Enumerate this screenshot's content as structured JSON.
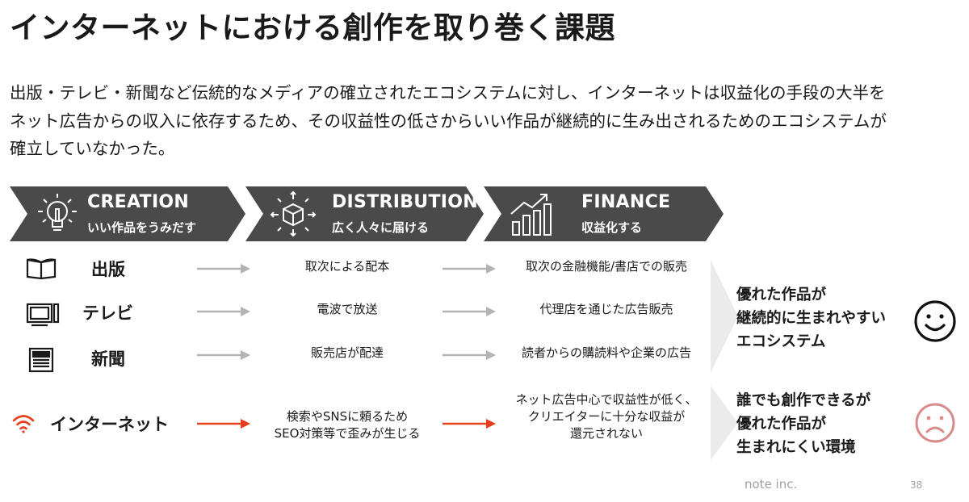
{
  "title": "インターネットにおける創作を取り巻く課題",
  "lead_lines": [
    "出版・テレビ・新聞など伝統的なメディアの確立されたエコシステムに対し、インターネットは収益化の手段の大半を",
    "ネット広告からの収入に依存するため、その収益性の低さからいい作品が継続的に生み出されるためのエコシステムが",
    "確立していなかった。"
  ],
  "stages": [
    {
      "en": "CREATION",
      "jp": "いい作品をうみだす",
      "icon": "lightbulb-icon"
    },
    {
      "en": "DISTRIBUTION",
      "jp": "広く人々に届ける",
      "icon": "box-icon"
    },
    {
      "en": "FINANCE",
      "jp": "収益化する",
      "icon": "bar-chart-icon"
    }
  ],
  "rows": [
    {
      "media": "出版",
      "icon": "book-icon",
      "distribution": "取次による配本",
      "finance": "取次の金融機能/書店での販売"
    },
    {
      "media": "テレビ",
      "icon": "tv-icon",
      "distribution": "電波で放送",
      "finance": "代理店を通じた広告販売"
    },
    {
      "media": "新聞",
      "icon": "newspaper-icon",
      "distribution": "販売店が配達",
      "finance": "読者からの購読料や企業の広告"
    },
    {
      "media": "インターネット",
      "icon": "wifi-icon",
      "distribution": [
        "検索やSNSに頼るため",
        "SEO対策等で歪みが生じる"
      ],
      "finance": [
        "ネット広告中心で収益性が低く、",
        "クリエイターに十分な収益が",
        "還元されない"
      ]
    }
  ],
  "results": {
    "traditional": [
      "優れた作品が",
      "継続的に生まれやすい",
      "エコシステム"
    ],
    "internet": [
      "誰でも創作できるが",
      "優れた作品が",
      "生まれにくい環境"
    ]
  },
  "colors": {
    "chevron": "#4a4a4a",
    "accent": "#e8401c",
    "arrow_gray": "#b3b3b3",
    "sad_face": "#d98a8a"
  },
  "footer": "note inc.",
  "page_number": "38"
}
